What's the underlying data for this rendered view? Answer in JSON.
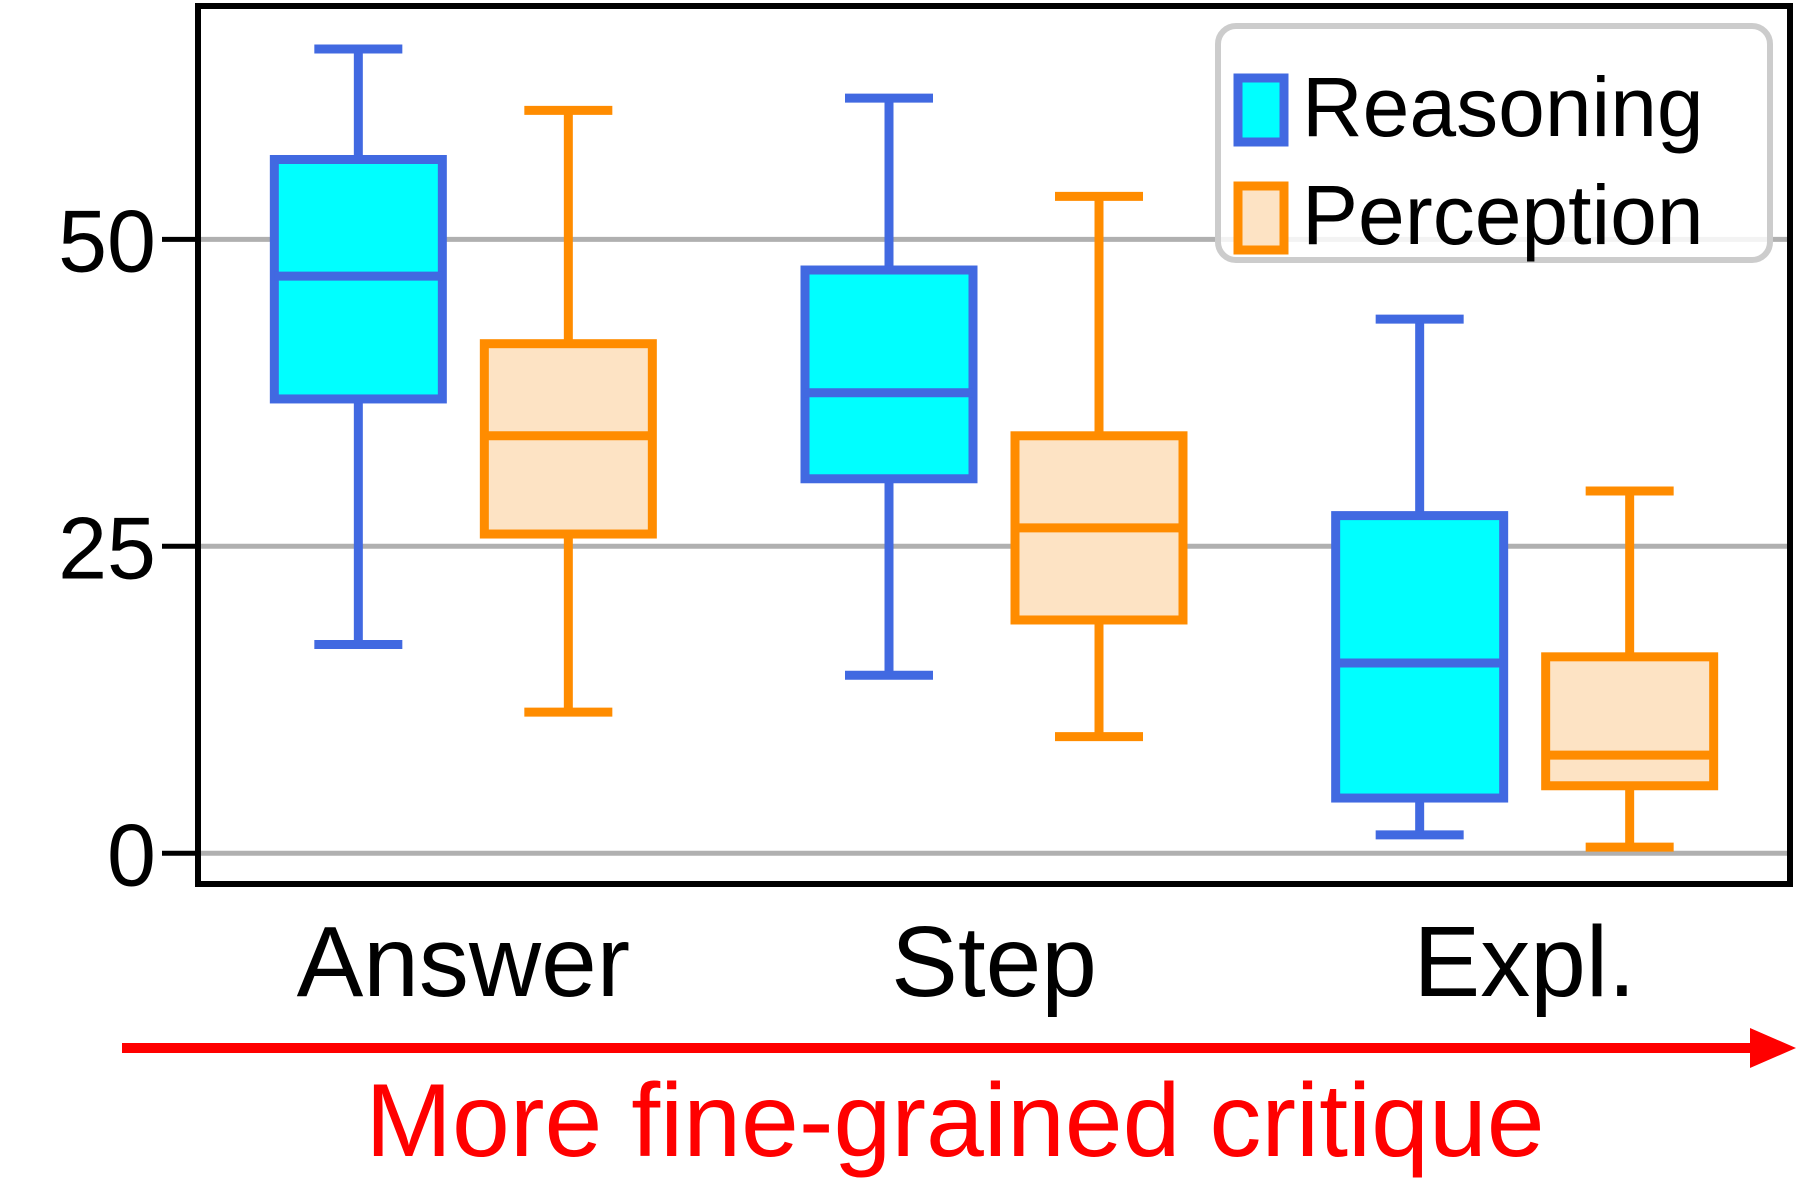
{
  "chart_data": {
    "type": "box",
    "categories": [
      "Answer",
      "Step",
      "Expl."
    ],
    "ylim": [
      -2.5,
      69
    ],
    "yticks": [
      0,
      25,
      50
    ],
    "grid": "horizontal",
    "legend_position": "top-right",
    "series": [
      {
        "name": "Reasoning",
        "fill": "#00ffff",
        "stroke": "#4169e1",
        "boxes": [
          {
            "whisker_low": 17,
            "q1": 37,
            "median": 47,
            "q3": 56.5,
            "whisker_high": 65.5
          },
          {
            "whisker_low": 14.5,
            "q1": 30.5,
            "median": 37.5,
            "q3": 47.5,
            "whisker_high": 61.5
          },
          {
            "whisker_low": 1.5,
            "q1": 4.5,
            "median": 15.5,
            "q3": 27.5,
            "whisker_high": 43.5
          }
        ]
      },
      {
        "name": "Perception",
        "fill": "#fde3c4",
        "stroke": "#ff8c00",
        "boxes": [
          {
            "whisker_low": 11.5,
            "q1": 26,
            "median": 34,
            "q3": 41.5,
            "whisker_high": 60.5
          },
          {
            "whisker_low": 9.5,
            "q1": 19,
            "median": 26.5,
            "q3": 34,
            "whisker_high": 53.5
          },
          {
            "whisker_low": 0.5,
            "q1": 5.5,
            "median": 8,
            "q3": 16,
            "whisker_high": 29.5
          }
        ]
      }
    ],
    "annotation": {
      "text": "More fine-grained critique",
      "color": "#ff0000"
    }
  }
}
